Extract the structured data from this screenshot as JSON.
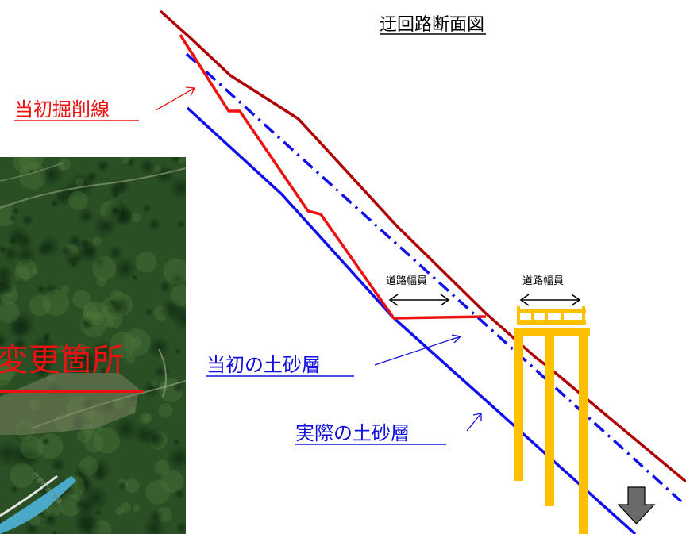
{
  "title": "迂回路断面図",
  "labels": {
    "initial_excavation_line": "当初掘削線",
    "initial_soil_layer": "当初の土砂層",
    "actual_soil_layer": "実際の土砂層",
    "road_width_left": "道路幅員",
    "road_width_right": "道路幅員"
  },
  "inset_map": {
    "change_location": "変更箇所",
    "road_name": "付替町道 下瀬"
  },
  "colors": {
    "ground_surface": "#b00000",
    "excavation_line": "#ee1111",
    "soil_layer": "#1010ee",
    "structure": "#ffc000",
    "arrow": "#6a6a6a",
    "change_location_text": "#ee1111",
    "blue_label": "#1010dd",
    "red_label": "#ee1111"
  },
  "icons": {
    "pointer_arrow": "thin-arrow-icon",
    "down_arrow": "down-arrow-icon",
    "width_arrow": "double-headed-arrow-icon"
  }
}
